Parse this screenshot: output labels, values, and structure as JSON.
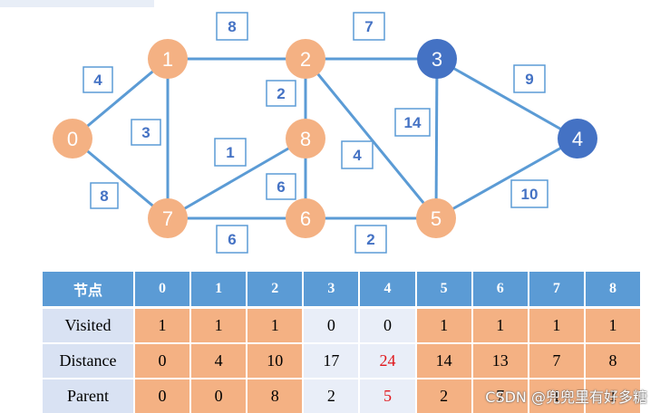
{
  "colors": {
    "visited_node": "#f4b183",
    "unvisited_node": "#4472c4",
    "edge": "#5b9bd5",
    "weight_text": "#4472c4",
    "highlight_text": "#e0161b"
  },
  "graph": {
    "nodes": [
      {
        "id": "0",
        "visited": true
      },
      {
        "id": "1",
        "visited": true
      },
      {
        "id": "2",
        "visited": true
      },
      {
        "id": "3",
        "visited": false
      },
      {
        "id": "4",
        "visited": false
      },
      {
        "id": "5",
        "visited": true
      },
      {
        "id": "6",
        "visited": true
      },
      {
        "id": "7",
        "visited": true
      },
      {
        "id": "8",
        "visited": true
      }
    ],
    "edges": [
      {
        "from": "0",
        "to": "1",
        "weight": "4"
      },
      {
        "from": "0",
        "to": "7",
        "weight": "8"
      },
      {
        "from": "1",
        "to": "2",
        "weight": "8"
      },
      {
        "from": "1",
        "to": "7",
        "weight": "3"
      },
      {
        "from": "2",
        "to": "3",
        "weight": "7"
      },
      {
        "from": "2",
        "to": "8",
        "weight": "2"
      },
      {
        "from": "2",
        "to": "5",
        "weight": "4"
      },
      {
        "from": "3",
        "to": "4",
        "weight": "9"
      },
      {
        "from": "3",
        "to": "5",
        "weight": "14"
      },
      {
        "from": "4",
        "to": "5",
        "weight": "10"
      },
      {
        "from": "5",
        "to": "6",
        "weight": "2"
      },
      {
        "from": "6",
        "to": "7",
        "weight": "6"
      },
      {
        "from": "6",
        "to": "8",
        "weight": "6"
      },
      {
        "from": "7",
        "to": "8",
        "weight": "1"
      }
    ]
  },
  "table": {
    "header_label": "节点",
    "columns": [
      "0",
      "1",
      "2",
      "3",
      "4",
      "5",
      "6",
      "7",
      "8"
    ],
    "rows": [
      {
        "label": "Visited",
        "values": [
          "1",
          "1",
          "1",
          "0",
          "0",
          "1",
          "1",
          "1",
          "1"
        ]
      },
      {
        "label": "Distance",
        "values": [
          "0",
          "4",
          "10",
          "17",
          "24",
          "14",
          "13",
          "7",
          "8"
        ]
      },
      {
        "label": "Parent",
        "values": [
          "0",
          "0",
          "8",
          "2",
          "5",
          "2",
          "7",
          "1",
          "1"
        ]
      }
    ],
    "highlight_column": "4"
  },
  "watermark": "CSDN @兜兜里有好多糖"
}
